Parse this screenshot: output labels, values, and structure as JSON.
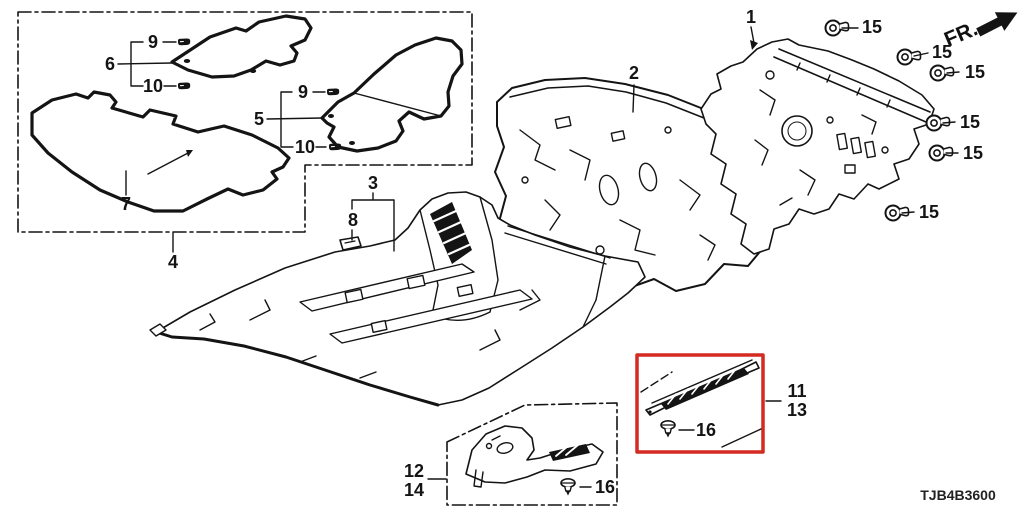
{
  "diagram": {
    "part_code": "TJB4B3600",
    "direction_label": "FR.",
    "colors": {
      "line": "#141414",
      "highlight_box": "#d42a21",
      "background": "#ffffff"
    },
    "callouts": [
      {
        "ref": "front-driver-mat-clip-upper",
        "label": "9"
      },
      {
        "ref": "front-driver-mat",
        "label": "6"
      },
      {
        "ref": "front-driver-mat-clip-lower",
        "label": "10"
      },
      {
        "ref": "front-passenger-mat-clip-upper",
        "label": "9"
      },
      {
        "ref": "front-passenger-mat",
        "label": "5"
      },
      {
        "ref": "front-passenger-mat-clip-lower",
        "label": "10"
      },
      {
        "ref": "rear-mat",
        "label": "7"
      },
      {
        "ref": "floor-mat-set-box",
        "label": "4"
      },
      {
        "ref": "floor-carpet",
        "label": "3"
      },
      {
        "ref": "floor-carpet-clip",
        "label": "8"
      },
      {
        "ref": "dashboard-insulator",
        "label": "2"
      },
      {
        "ref": "bulkhead-panel",
        "label": "1"
      },
      {
        "ref": "grommet-1",
        "label": "15"
      },
      {
        "ref": "grommet-2",
        "label": "15"
      },
      {
        "ref": "grommet-3",
        "label": "15"
      },
      {
        "ref": "grommet-4",
        "label": "15"
      },
      {
        "ref": "grommet-5",
        "label": "15"
      },
      {
        "ref": "grommet-6",
        "label": "15"
      },
      {
        "ref": "side-sill-garnish-upper",
        "label": "11"
      },
      {
        "ref": "side-sill-garnish-lower",
        "label": "13"
      },
      {
        "ref": "side-sill-garnish-clip",
        "label": "16"
      },
      {
        "ref": "footrest-garnish-upper",
        "label": "12"
      },
      {
        "ref": "footrest-garnish-lower",
        "label": "14"
      },
      {
        "ref": "footrest-garnish-clip",
        "label": "16"
      }
    ]
  }
}
